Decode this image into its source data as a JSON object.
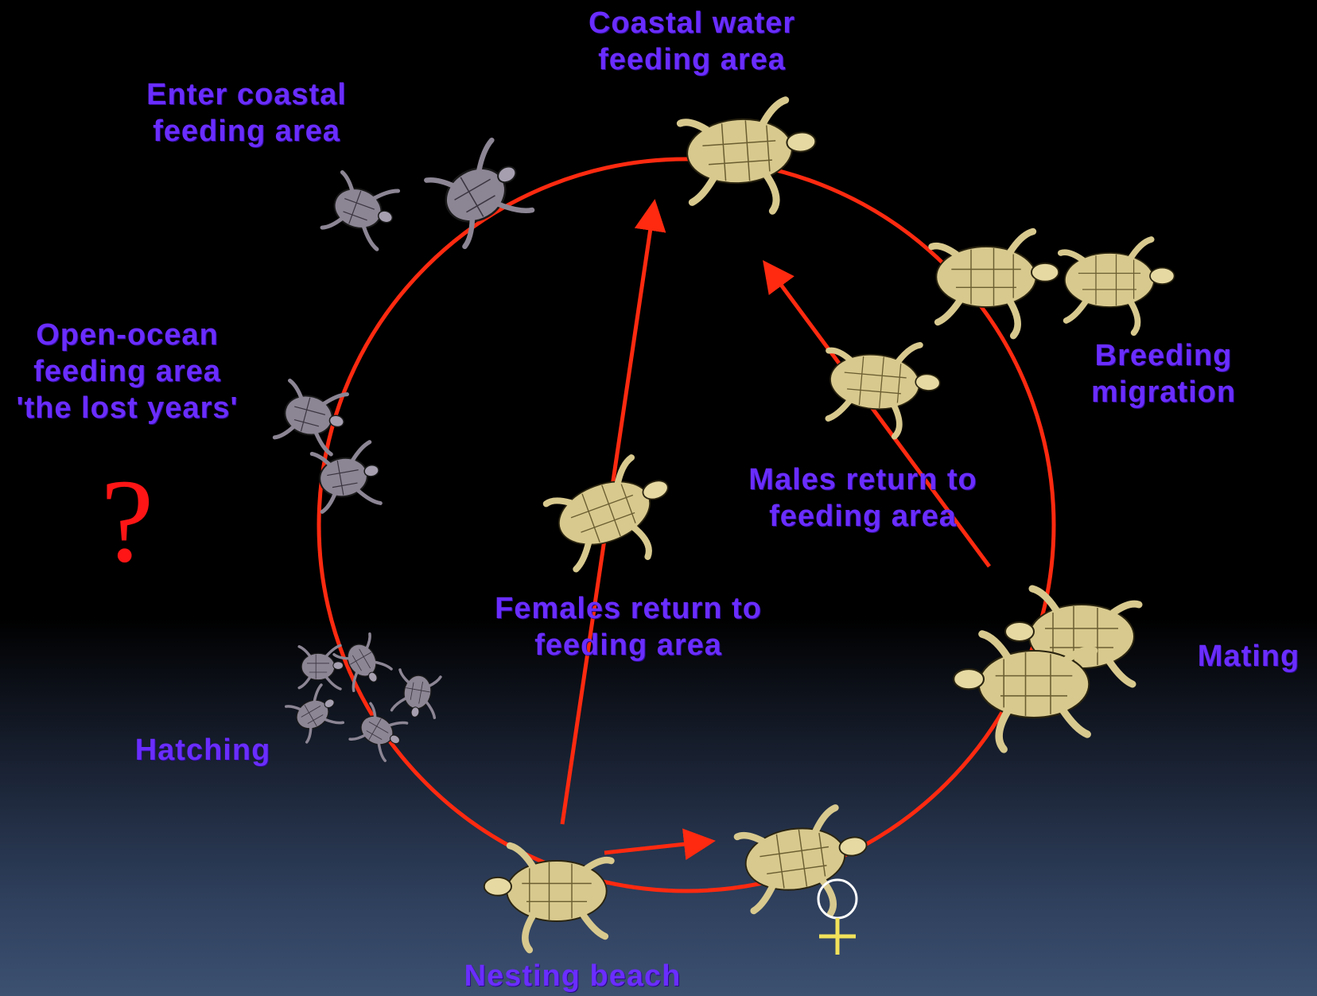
{
  "labels": {
    "coastal_water": [
      "Coastal water",
      "feeding area"
    ],
    "enter_coastal": [
      "Enter coastal",
      "feeding area"
    ],
    "open_ocean": [
      "Open-ocean",
      "feeding area",
      "'the lost years'"
    ],
    "breeding": [
      "Breeding",
      "migration"
    ],
    "males_return": [
      "Males return to",
      "feeding area"
    ],
    "females_return": [
      "Females return to",
      "feeding area"
    ],
    "mating": "Mating",
    "hatching": "Hatching",
    "nesting": "Nesting beach"
  },
  "question_mark": "?",
  "icons": {
    "female_symbol": "female-symbol-icon"
  },
  "colors": {
    "background_top": "#000000",
    "background_bottom": "#3c5070",
    "cycle_line": "#ff2a10",
    "label_text": "#6a2dff",
    "question_mark": "#ff1515",
    "turtle_adult": "#d8c98e",
    "turtle_juvenile": "#8c8594",
    "female_symbol": "#f2e25a"
  }
}
